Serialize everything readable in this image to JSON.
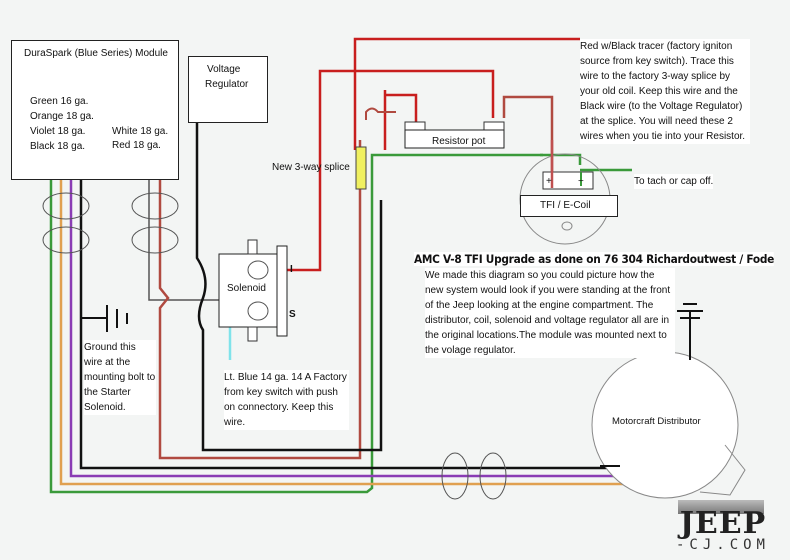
{
  "module": {
    "title": "DuraSpark (Blue Series) Module",
    "left_wires": [
      "Green 16 ga.",
      "Orange 18 ga.",
      "Violet 18 ga.",
      "Black 18 ga."
    ],
    "right_wires": [
      "White 18 ga.",
      "Red 18 ga."
    ]
  },
  "voltage_regulator": {
    "line1": "Voltage",
    "line2": "Regulator"
  },
  "splice_label": "New 3-way splice",
  "resistor_label": "Resistor pot",
  "red_tracer_note": "Red w/Black tracer (factory igniton source from key switch). Trace this wire to the factory 3-way splice by your old coil. Keep this wire and the Black wire (to the Voltage Regulator) at the splice. You will need these 2 wires when you tie into your Resistor.",
  "coil": {
    "label": "TFI / E-Coil",
    "plus": "+",
    "minus": "−",
    "tach_note": "To tach or cap off."
  },
  "heading": "AMC V-8 TFI Upgrade as done on 76 304 Richardoutwest / Fode",
  "description": "We made this diagram so you could picture how the new system would look if you were standing at the front of the Jeep looking at the engine compartment. The distributor, coil, solenoid and voltage regulator all are in the original locations.The module was mounted next to the volage regulator.",
  "solenoid": {
    "label": "Solenoid",
    "terminal_i": "I",
    "terminal_s": "S"
  },
  "ground_note": "Ground this wire at the mounting bolt to the Starter Solenoid.",
  "blue_wire_note": "Lt. Blue 14 ga. 14 A Factory from key switch with push on connectory. Keep this wire.",
  "distributor_label": "Motorcraft Distributor",
  "logo": {
    "main": "JEEP",
    "sub": "-CJ.COM"
  },
  "colors": {
    "red": "#c81e1e",
    "dark_red": "#b04a40",
    "green": "#3a9a3a",
    "orange": "#e0a050",
    "violet": "#8a3cb4",
    "black": "#111111",
    "light_blue": "#7fe3ea",
    "splice_yellow": "#f0f060"
  }
}
